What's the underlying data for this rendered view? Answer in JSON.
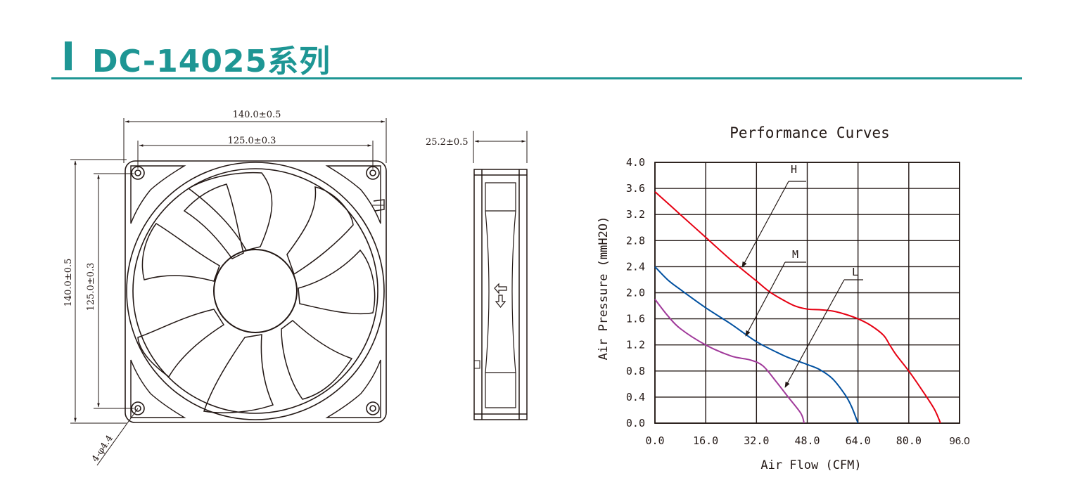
{
  "header": {
    "title": "DC-14025系列",
    "accent": "#1e9694"
  },
  "front_view": {
    "dim_outer_width": "140.0±0.5",
    "dim_hole_width": "125.0±0.3",
    "dim_outer_height": "140.0±0.5",
    "dim_hole_height": "125.0±0.3",
    "hole_label": "4-φ4.4"
  },
  "side_view": {
    "dim_depth": "25.2±0.5"
  },
  "chart_data": {
    "type": "line",
    "title": "Performance Curves",
    "xlabel": "Air Flow (CFM)",
    "ylabel": "Air Pressure (mmH2O)",
    "xlim": [
      0,
      96
    ],
    "ylim": [
      0,
      4.0
    ],
    "x_ticks": [
      "0.0",
      "16.0",
      "32.0",
      "48.0",
      "64.0",
      "80.0",
      "96.0"
    ],
    "y_ticks": [
      "0.0",
      "0.4",
      "0.8",
      "1.2",
      "1.6",
      "2.0",
      "2.4",
      "2.8",
      "3.2",
      "3.6",
      "4.0"
    ],
    "grid": true,
    "series": [
      {
        "name": "H",
        "color": "#e60012",
        "points": [
          [
            0,
            3.55
          ],
          [
            8,
            3.2
          ],
          [
            16,
            2.85
          ],
          [
            24,
            2.5
          ],
          [
            32,
            2.18
          ],
          [
            36,
            2.02
          ],
          [
            40,
            1.9
          ],
          [
            44,
            1.8
          ],
          [
            48,
            1.75
          ],
          [
            52,
            1.74
          ],
          [
            56,
            1.72
          ],
          [
            60,
            1.67
          ],
          [
            64,
            1.6
          ],
          [
            68,
            1.5
          ],
          [
            72,
            1.35
          ],
          [
            74,
            1.2
          ],
          [
            76,
            1.05
          ],
          [
            80,
            0.8
          ],
          [
            84,
            0.52
          ],
          [
            88,
            0.22
          ],
          [
            90,
            0.0
          ]
        ]
      },
      {
        "name": "M",
        "color": "#0050a0",
        "points": [
          [
            0,
            2.4
          ],
          [
            4,
            2.2
          ],
          [
            8,
            2.05
          ],
          [
            16,
            1.77
          ],
          [
            24,
            1.52
          ],
          [
            32,
            1.25
          ],
          [
            40,
            1.05
          ],
          [
            44,
            0.97
          ],
          [
            48,
            0.9
          ],
          [
            52,
            0.82
          ],
          [
            56,
            0.68
          ],
          [
            60,
            0.43
          ],
          [
            62,
            0.25
          ],
          [
            64,
            0.0
          ]
        ]
      },
      {
        "name": "L",
        "color": "#a0399a",
        "points": [
          [
            0,
            1.9
          ],
          [
            4,
            1.65
          ],
          [
            8,
            1.45
          ],
          [
            16,
            1.2
          ],
          [
            24,
            1.03
          ],
          [
            30,
            0.97
          ],
          [
            34,
            0.88
          ],
          [
            38,
            0.65
          ],
          [
            42,
            0.4
          ],
          [
            46,
            0.15
          ],
          [
            47,
            0.0
          ]
        ]
      }
    ],
    "curve_labels": [
      "H",
      "M",
      "L"
    ]
  }
}
